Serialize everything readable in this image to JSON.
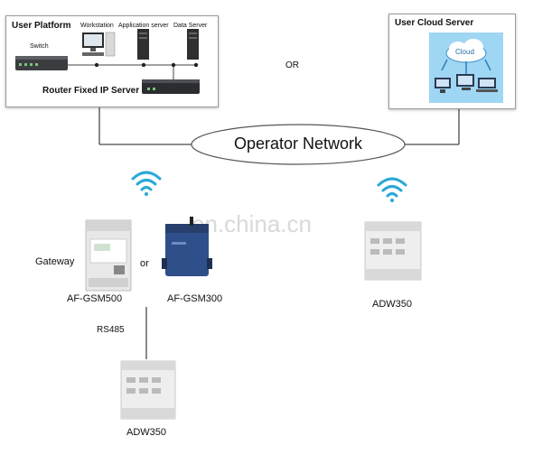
{
  "user_platform": {
    "title": "User Platform",
    "switch_label": "Switch",
    "workstation_label": "Workstation",
    "app_server_label": "Application server",
    "data_server_label": "Data Server",
    "router_label": "Router Fixed IP Server"
  },
  "or_top": "OR",
  "cloud_server": {
    "title": "User Cloud Server",
    "cloud_label": "Cloud"
  },
  "network_label": "Operator Network",
  "watermark": "en.china.cn",
  "gateway": {
    "label": "Gateway",
    "or": "or",
    "device1": "AF-GSM500",
    "device2": "AF-GSM300",
    "bus": "RS485",
    "meter": "ADW350"
  },
  "right_meter": "ADW350",
  "colors": {
    "line": "#4a4a4a",
    "wifi": "#2aa8d8",
    "cloud_bg": "#9fd6f3",
    "gsm300_blue": "#2f4f8a"
  }
}
